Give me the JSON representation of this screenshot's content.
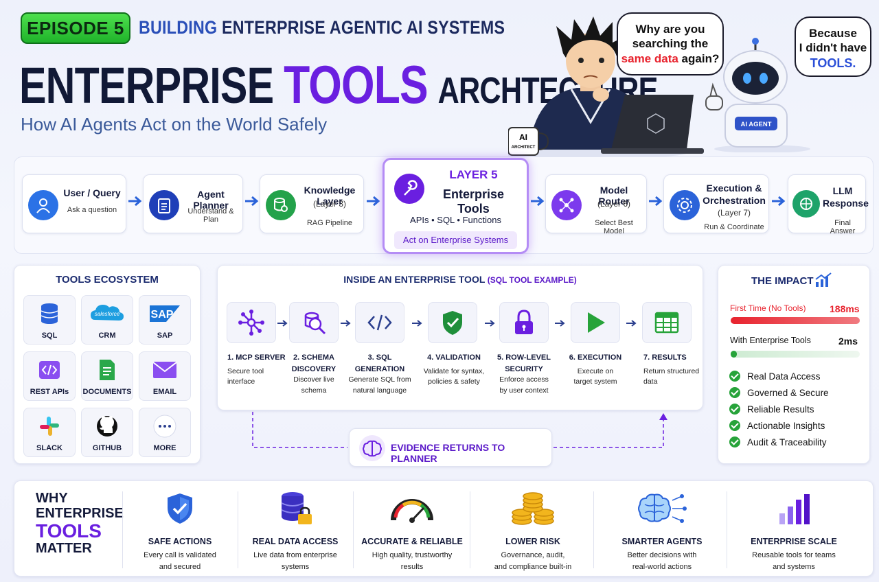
{
  "header": {
    "episode": "EPISODE 5",
    "series_em": "BUILDING",
    "series_rest": "ENTERPRISE AGENTIC AI SYSTEMS",
    "title_part1": "ENTERPRISE",
    "title_part2": "TOOLS",
    "title_part3": "ARCHTECTURE",
    "subtitle": "How AI Agents Act on the World Safely"
  },
  "illustration": {
    "bubble_human_l1": "Why are you",
    "bubble_human_l2": "searching the",
    "bubble_human_l3a": "same data",
    "bubble_human_l3b": " again?",
    "bubble_robot_l1": "Because",
    "bubble_robot_l2": "I didn't have",
    "bubble_robot_l3": "TOOLS.",
    "mug_l1": "AI",
    "mug_l2": "ARCHITECT",
    "robot_badge": "AI AGENT"
  },
  "pipeline": {
    "steps": [
      {
        "name": "User / Query",
        "desc": "Ask a question"
      },
      {
        "name": "Agent Planner",
        "desc": "Understand & Plan"
      },
      {
        "name": "Knowledge Layer",
        "sub": "(Layer 3)",
        "desc": "RAG Pipeline"
      },
      {
        "name": "Model Router",
        "sub": "(Layer 6)",
        "desc": "Select Best Model"
      },
      {
        "name_l1": "Execution &",
        "name_l2": "Orchestration",
        "sub": "(Layer 7)",
        "desc": "Run & Coordinate"
      },
      {
        "name_l1": "LLM",
        "name_l2": "Response",
        "desc": "Final Answer"
      }
    ],
    "layer5": {
      "label": "LAYER 5",
      "name": "Enterprise Tools",
      "tech": "APIs • SQL • Functions",
      "action": "Act on Enterprise Systems"
    }
  },
  "ecosystem": {
    "title": "TOOLS ECOSYSTEM",
    "salesforce_logo": "salesforce",
    "sap_logo": "SAP",
    "tiles": [
      "SQL",
      "CRM",
      "SAP",
      "REST APIs",
      "DOCUMENTS",
      "EMAIL",
      "SLACK",
      "GITHUB",
      "MORE"
    ]
  },
  "inside_tool": {
    "title_main": "INSIDE AN ENTERPRISE TOOL",
    "title_sub": " (SQL TOOL EXAMPLE)",
    "steps": [
      {
        "l1": "1. MCP SERVER",
        "d1": "Secure tool",
        "d2": "interface"
      },
      {
        "l1": "2. SCHEMA",
        "l2": "DISCOVERY",
        "d1": "Discover live",
        "d2": "schema"
      },
      {
        "l1": "3. SQL",
        "l2": "GENERATION",
        "d1": "Generate SQL from",
        "d2": "natural language"
      },
      {
        "l1": "4. VALIDATION",
        "d1": "Validate for syntax,",
        "d2": "policies & safety"
      },
      {
        "l1": "5. ROW-LEVEL",
        "l2": "SECURITY",
        "d1": "Enforce access",
        "d2": "by user context"
      },
      {
        "l1": "6. EXECUTION",
        "d1": "Execute on",
        "d2": "target system"
      },
      {
        "l1": "7. RESULTS",
        "d1": "Return structured",
        "d2": "data"
      }
    ],
    "evidence": "EVIDENCE RETURNS TO PLANNER"
  },
  "impact": {
    "title": "THE IMPACT",
    "first_label": "First Time (No Tools)",
    "first_value": "188ms",
    "first_fill": 1.0,
    "with_label": "With Enterprise Tools",
    "with_value": "2ms",
    "with_fill": 0.05,
    "checks": [
      "Real Data Access",
      "Governed & Secure",
      "Reliable Results",
      "Actionable Insights",
      "Audit & Traceability"
    ],
    "colors": {
      "red": "#e8232e",
      "green": "#27a33a"
    }
  },
  "why": {
    "l1": "WHY",
    "l2": "ENTERPRISE",
    "l3": "TOOLS",
    "l4": "MATTER",
    "items": [
      {
        "title": "SAFE ACTIONS",
        "d1": "Every call is validated",
        "d2": "and secured"
      },
      {
        "title": "REAL DATA ACCESS",
        "d1": "Live data from enterprise",
        "d2": "systems"
      },
      {
        "title": "ACCURATE & RELIABLE",
        "d1": "High quality, trustworthy",
        "d2": "results"
      },
      {
        "title": "LOWER RISK",
        "d1": "Governance, audit,",
        "d2": "and compliance built-in"
      },
      {
        "title": "SMARTER AGENTS",
        "d1": "Better decisions with",
        "d2": "real-world actions"
      },
      {
        "title": "ENTERPRISE SCALE",
        "d1": "Reusable tools for teams",
        "d2": "and systems"
      }
    ]
  },
  "colors": {
    "accent_purple": "#6a1fe0",
    "accent_blue": "#2b63d9",
    "accent_green": "#1fb32a"
  }
}
